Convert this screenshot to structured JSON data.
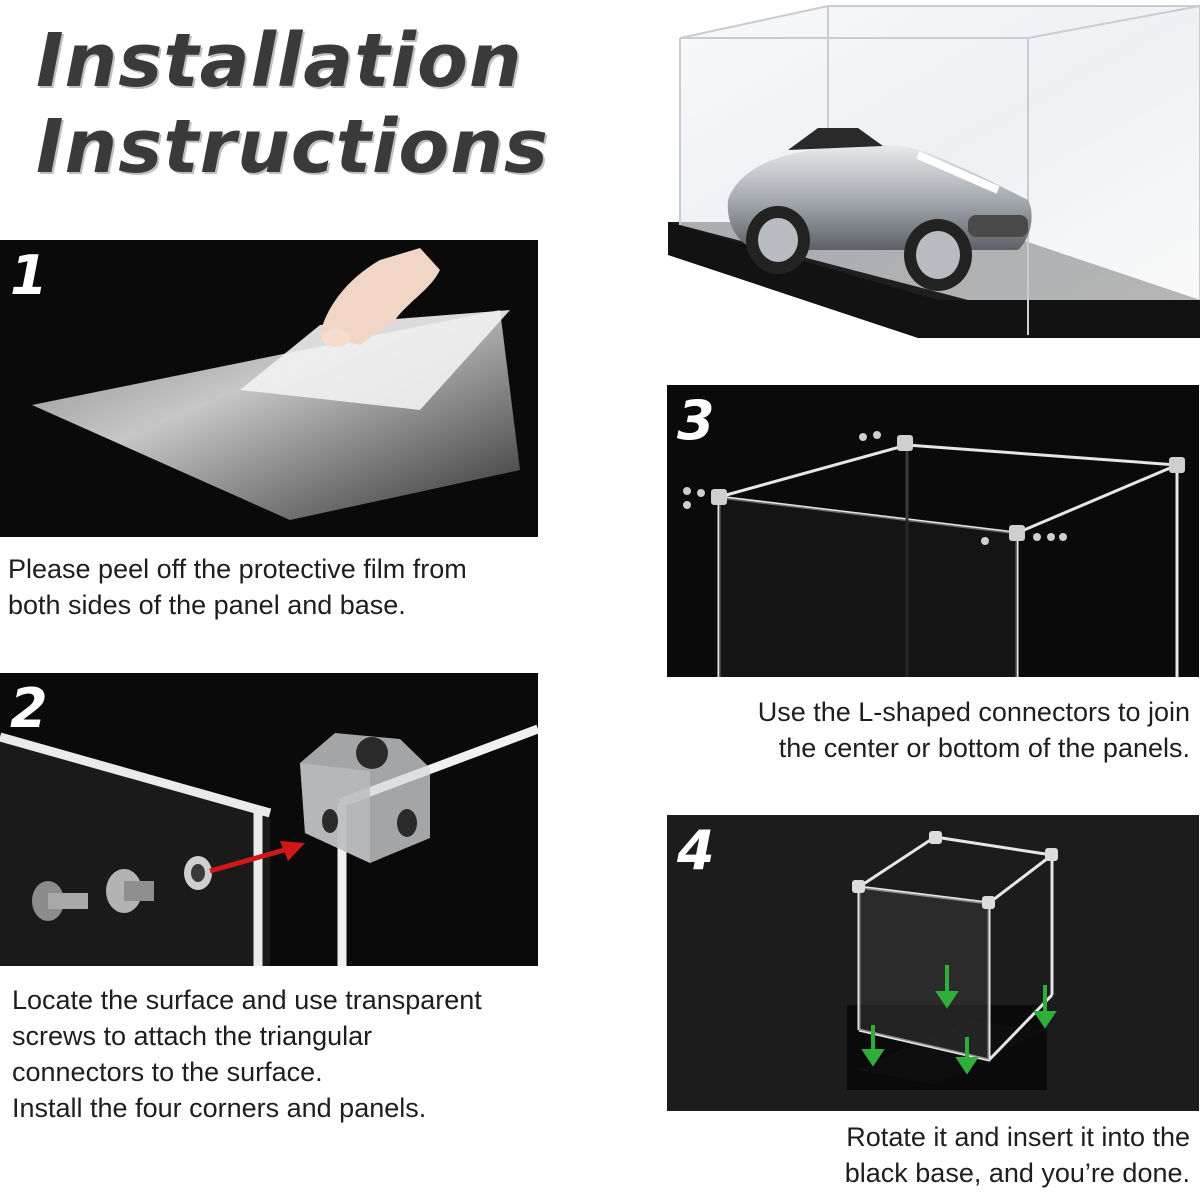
{
  "title": {
    "line1": "Installation",
    "line2": "Instructions"
  },
  "steps": [
    {
      "number": "1",
      "caption": [
        "Please peel off the protective film from",
        "both sides of the panel and base."
      ]
    },
    {
      "number": "2",
      "caption": [
        "Locate the surface and use transparent",
        "screws to attach the triangular",
        "connectors to the surface.",
        "Install the four corners and panels."
      ]
    },
    {
      "number": "3",
      "caption": [
        "Use the L-shaped connectors to join",
        "the center or bottom of the panels."
      ]
    },
    {
      "number": "4",
      "caption": [
        "Rotate it and insert it into the",
        "black base, and you’re done."
      ]
    }
  ],
  "colors": {
    "panel": "#0a0a0a",
    "arrow_red": "#d01818",
    "arrow_green": "#2fae3a",
    "text": "#1e1e1e"
  },
  "icons": [
    "hand-peeling-film",
    "acrylic-sheet",
    "corner-connector",
    "screw",
    "display-case-with-car",
    "acrylic-cube",
    "down-arrow"
  ]
}
